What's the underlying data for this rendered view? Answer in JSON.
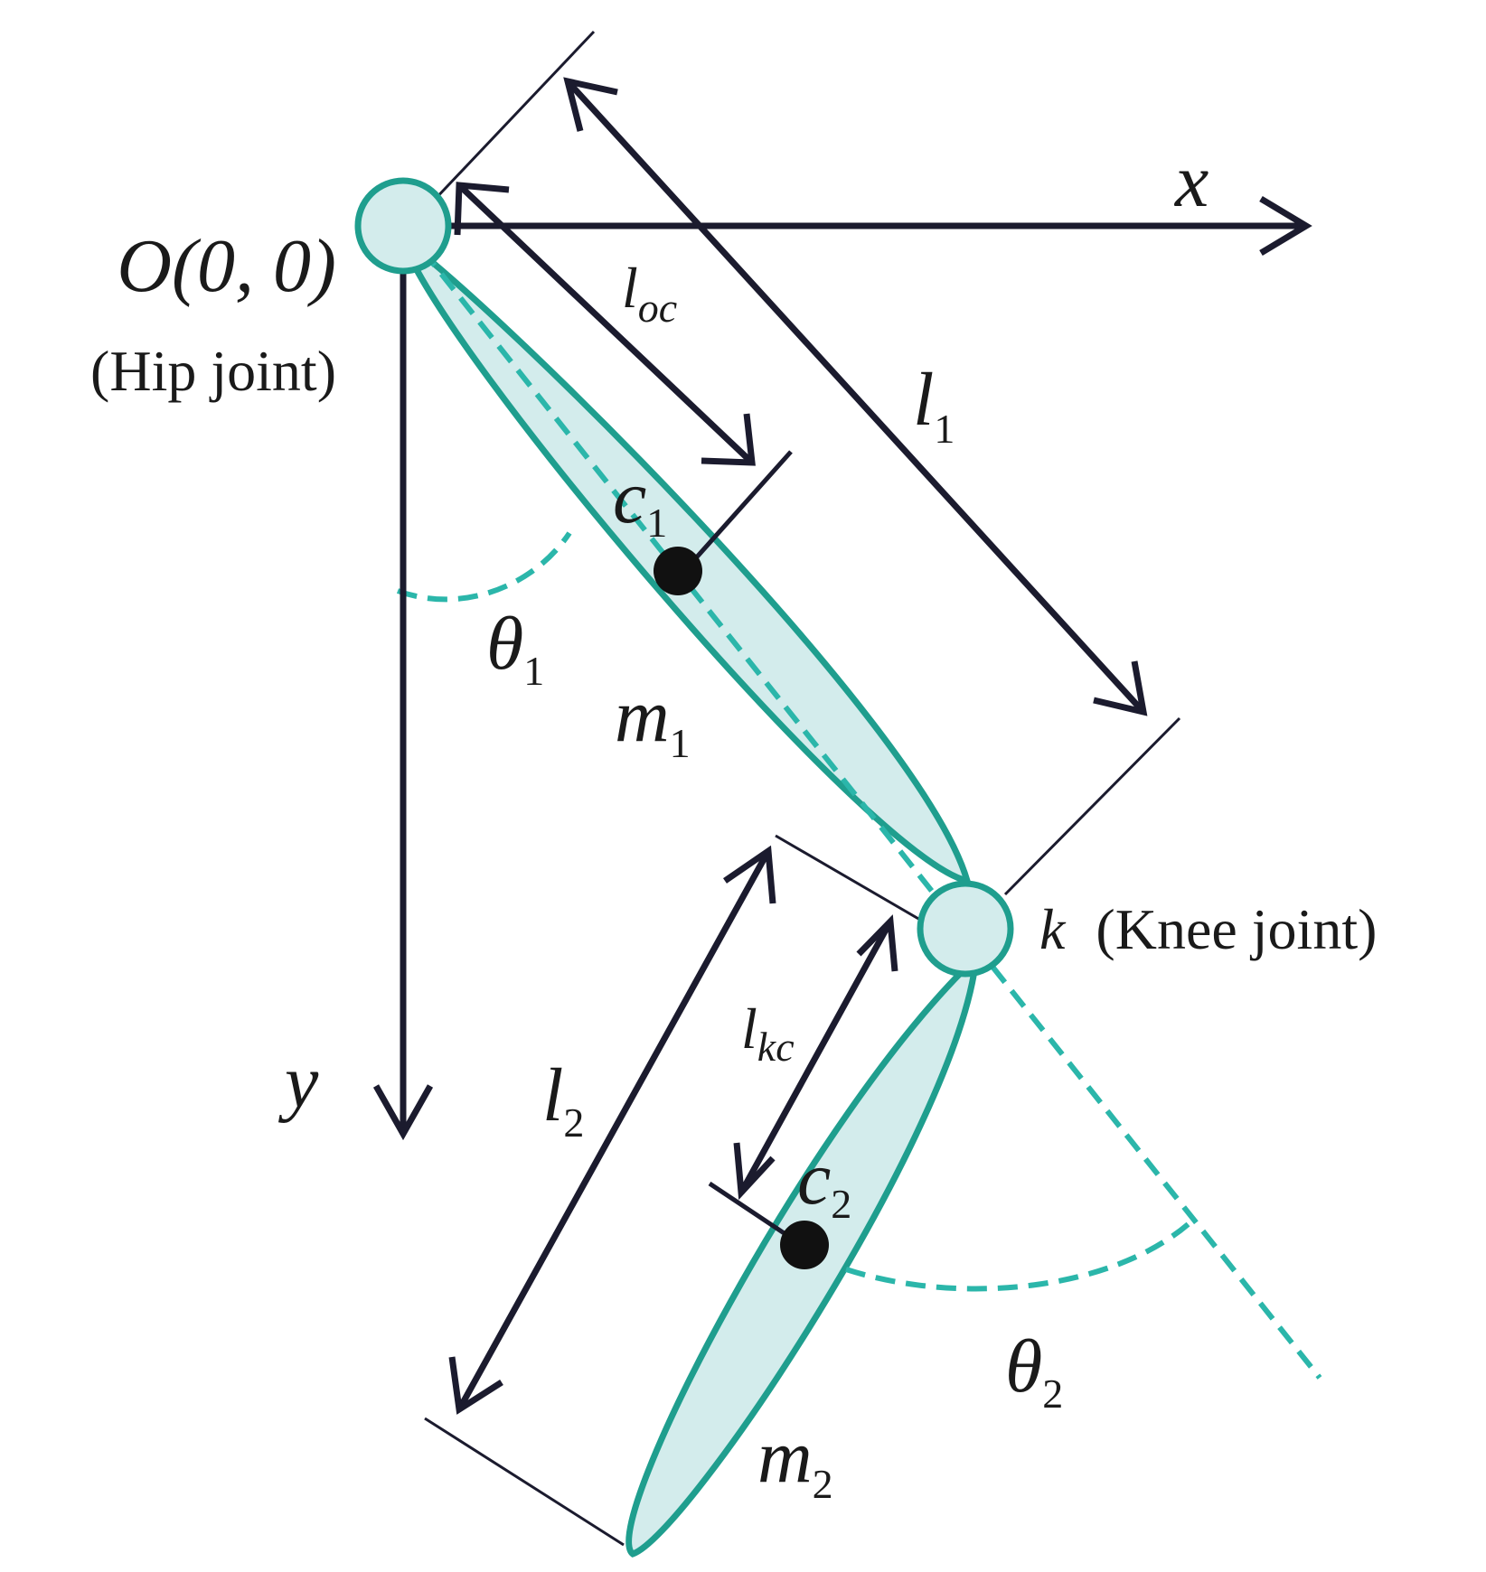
{
  "colors": {
    "teal": "#1f9e8e",
    "teal_fill": "#d3ecec",
    "dash": "#2bb6aa",
    "arrow": "#1b1b2e",
    "text": "#1a1a1a"
  },
  "axes": {
    "x_label": "x",
    "y_label": "y"
  },
  "hip": {
    "label": "O(0, 0)",
    "caption": "(Hip joint)"
  },
  "knee": {
    "symbol": "k",
    "caption": "(Knee joint)"
  },
  "segments": {
    "thigh_mass": {
      "base": "m",
      "sub": "1"
    },
    "shank_mass": {
      "base": "m",
      "sub": "2"
    },
    "com1": {
      "base": "c",
      "sub": "1"
    },
    "com2": {
      "base": "c",
      "sub": "2"
    }
  },
  "lengths": {
    "loc": {
      "base": "l",
      "sub": "oc"
    },
    "l1": {
      "base": "l",
      "sub": "1"
    },
    "lkc": {
      "base": "l",
      "sub": "kc"
    },
    "l2": {
      "base": "l",
      "sub": "2"
    }
  },
  "angles": {
    "theta1": {
      "base": "θ",
      "sub": "1"
    },
    "theta2": {
      "base": "θ",
      "sub": "2"
    }
  }
}
